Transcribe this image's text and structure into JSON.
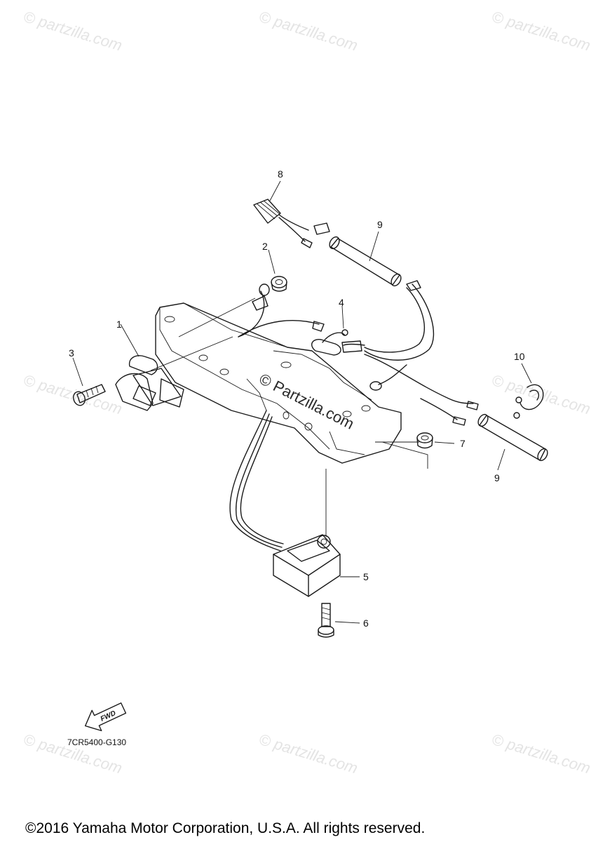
{
  "watermark": {
    "repeat": "© partzilla.com",
    "center": "© Partzilla.com"
  },
  "callouts": [
    "1",
    "2",
    "3",
    "4",
    "5",
    "6",
    "7",
    "8",
    "9",
    "9",
    "10"
  ],
  "fwd_label": "FWD",
  "diagram_code": "7CR5400-G130",
  "copyright": "©2016 Yamaha Motor Corporation, U.S.A. All rights reserved."
}
